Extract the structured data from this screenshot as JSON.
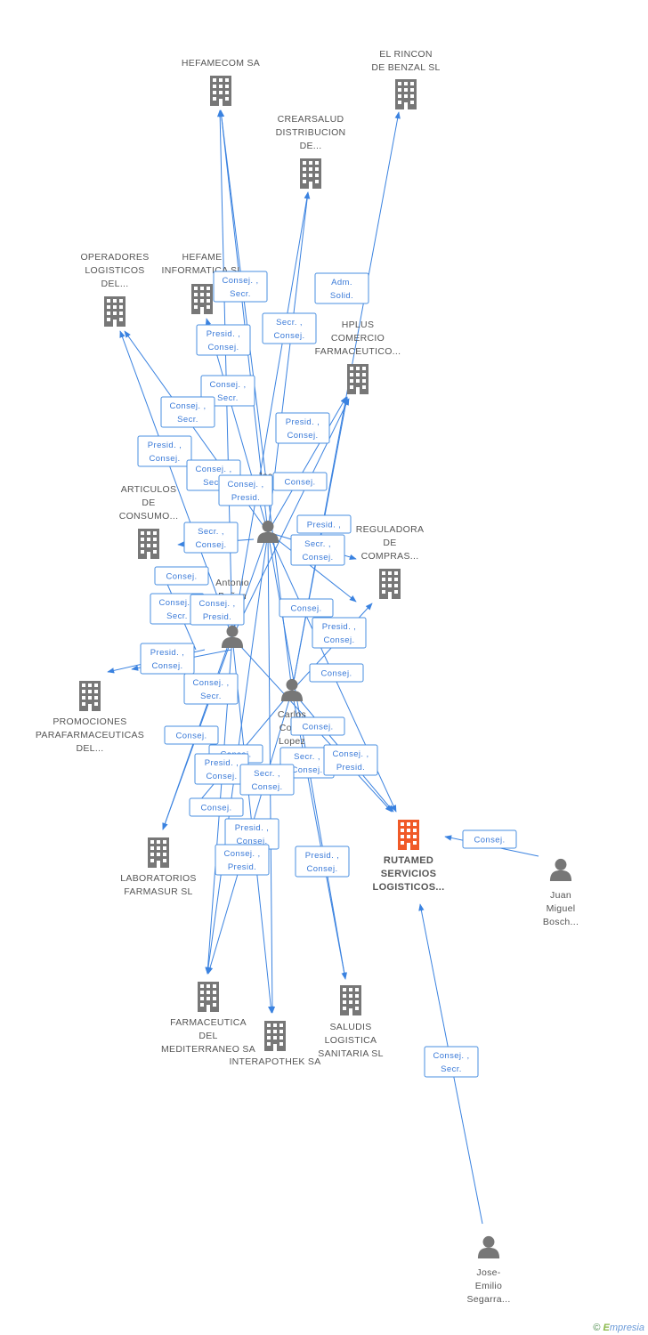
{
  "colors": {
    "edge": "#3a82e0",
    "company": "#777777",
    "main_company": "#f05a28",
    "person": "#777777"
  },
  "nodes": [
    {
      "id": "hefamecom",
      "type": "company",
      "label": [
        "HEFAMECOM SA"
      ]
    },
    {
      "id": "rincon",
      "type": "company",
      "label": [
        "EL RINCON",
        "DE BENZAL SL"
      ]
    },
    {
      "id": "crearsalud",
      "type": "company",
      "label": [
        "CREARSALUD",
        "DISTRIBUCION",
        "DE..."
      ]
    },
    {
      "id": "operadores",
      "type": "company",
      "label": [
        "OPERADORES",
        "LOGISTICOS",
        "DEL..."
      ]
    },
    {
      "id": "hefame_inf",
      "type": "company",
      "label": [
        "HEFAME",
        "INFORMATICA SL"
      ]
    },
    {
      "id": "hplus",
      "type": "company",
      "label": [
        "HPLUS",
        "COMERCIO",
        "FARMACEUTICO..."
      ]
    },
    {
      "id": "articulos",
      "type": "company",
      "label": [
        "ARTICULOS",
        "DE",
        "CONSUMO..."
      ]
    },
    {
      "id": "reguladora",
      "type": "company",
      "label": [
        "REGULADORA",
        "DE",
        "COMPRAS..."
      ]
    },
    {
      "id": "promociones",
      "type": "company",
      "label": [
        "PROMOCIONES",
        "PARAFARMACEUTICAS",
        "DEL..."
      ]
    },
    {
      "id": "laboratorios",
      "type": "company",
      "label": [
        "LABORATORIOS",
        "FARMASUR SL"
      ]
    },
    {
      "id": "rutamed",
      "type": "main_company",
      "label": [
        "RUTAMED",
        "SERVICIOS",
        "LOGISTICOS..."
      ]
    },
    {
      "id": "farmaceutica",
      "type": "company",
      "label": [
        "FARMACEUTICA",
        "DEL",
        "MEDITERRANEO SA"
      ]
    },
    {
      "id": "interapothek",
      "type": "company",
      "label": [
        "INTERAPOTHEK SA"
      ]
    },
    {
      "id": "saludis",
      "type": "company",
      "label": [
        "SALUDIS",
        "LOGISTICA",
        "SANITARIA  SL"
      ]
    },
    {
      "id": "jose_top",
      "type": "person",
      "label": [
        "Jose"
      ]
    },
    {
      "id": "antonio",
      "type": "person",
      "label": [
        "Antonio",
        "Bañon",
        "...es"
      ]
    },
    {
      "id": "carlos",
      "type": "person",
      "label": [
        "Carlos",
        "Cov...",
        "Lopez"
      ]
    },
    {
      "id": "juan",
      "type": "person",
      "label": [
        "Juan",
        "Miguel",
        "Bosch..."
      ]
    },
    {
      "id": "jose_emilio",
      "type": "person",
      "label": [
        "Jose-",
        "Emilio",
        "Segarra..."
      ]
    }
  ],
  "relations": [
    {
      "lines": [
        "Consej. ,",
        "Secr."
      ]
    },
    {
      "lines": [
        "Adm.",
        "Solid."
      ]
    },
    {
      "lines": [
        "Secr. ,",
        "Consej."
      ]
    },
    {
      "lines": [
        "Presid. ,",
        "Consej."
      ]
    },
    {
      "lines": [
        "Consej. ,",
        "Secr."
      ]
    },
    {
      "lines": [
        "Consej. ,",
        "Secr."
      ]
    },
    {
      "lines": [
        "Presid. ,",
        "Consej."
      ]
    },
    {
      "lines": [
        "Presid. ,",
        "Consej."
      ]
    },
    {
      "lines": [
        "Consej. ,",
        "Secr."
      ]
    },
    {
      "lines": [
        "Consej. ,",
        "Presid."
      ]
    },
    {
      "lines": [
        "Consej."
      ]
    },
    {
      "lines": [
        "Presid. ,"
      ]
    },
    {
      "lines": [
        "Secr. ,",
        "Consej."
      ]
    },
    {
      "lines": [
        "Secr. ,",
        "Consej."
      ]
    },
    {
      "lines": [
        "Consej."
      ]
    },
    {
      "lines": [
        "Consej. ,",
        "Secr."
      ]
    },
    {
      "lines": [
        "Consej. ,",
        "Presid."
      ]
    },
    {
      "lines": [
        "Consej."
      ]
    },
    {
      "lines": [
        "Presid. ,",
        "Consej."
      ]
    },
    {
      "lines": [
        "Presid. ,",
        "Consej."
      ]
    },
    {
      "lines": [
        "Consej."
      ]
    },
    {
      "lines": [
        "Consej. ,",
        "Secr."
      ]
    },
    {
      "lines": [
        "Consej."
      ]
    },
    {
      "lines": [
        "Consej."
      ]
    },
    {
      "lines": [
        "Consej."
      ]
    },
    {
      "lines": [
        "Presid. ,",
        "Consej."
      ]
    },
    {
      "lines": [
        "Secr. ,",
        "Consej."
      ]
    },
    {
      "lines": [
        "Secr. ,",
        "Consej."
      ]
    },
    {
      "lines": [
        "Consej. ,",
        "Presid."
      ]
    },
    {
      "lines": [
        "Consej."
      ]
    },
    {
      "lines": [
        "Presid. ,",
        "Consej."
      ]
    },
    {
      "lines": [
        "Consej. ,",
        "Presid."
      ]
    },
    {
      "lines": [
        "Presid. ,",
        "Consej."
      ]
    },
    {
      "lines": [
        "Consej."
      ]
    },
    {
      "lines": [
        "Consej. ,",
        "Secr."
      ]
    }
  ],
  "footer": {
    "copyright": "©",
    "brand_e": "E",
    "brand_rest": "mpresia"
  }
}
